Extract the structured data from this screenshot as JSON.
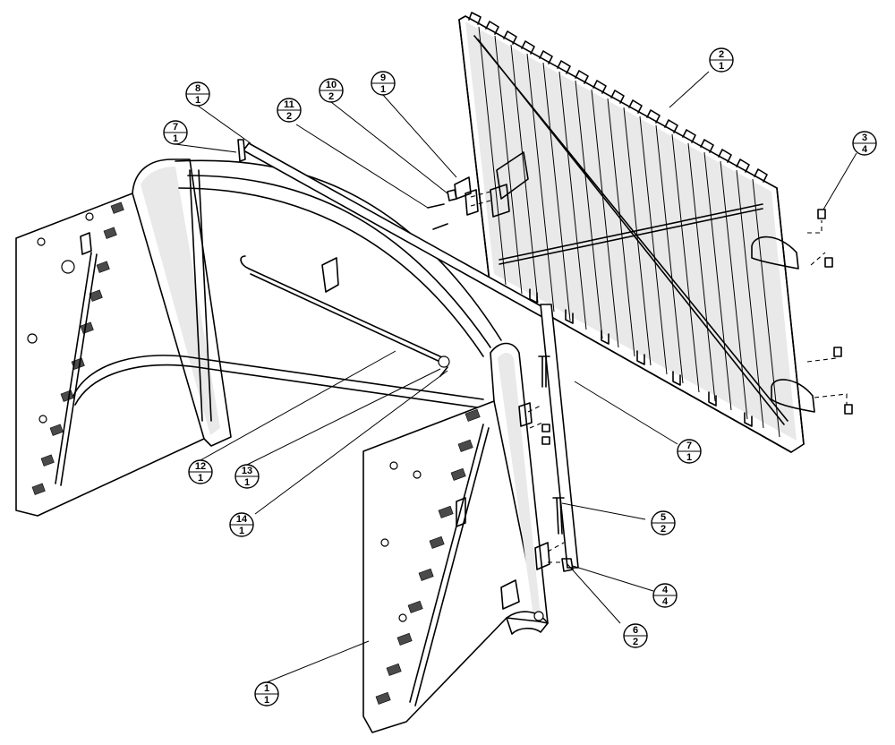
{
  "callouts": [
    {
      "id": "callout-8",
      "item": "8",
      "qty": "1"
    },
    {
      "id": "callout-7a",
      "item": "7",
      "qty": "1"
    },
    {
      "id": "callout-11",
      "item": "11",
      "qty": "2"
    },
    {
      "id": "callout-10",
      "item": "10",
      "qty": "2"
    },
    {
      "id": "callout-9",
      "item": "9",
      "qty": "1"
    },
    {
      "id": "callout-2",
      "item": "2",
      "qty": "1"
    },
    {
      "id": "callout-3",
      "item": "3",
      "qty": "4"
    },
    {
      "id": "callout-7b",
      "item": "7",
      "qty": "1"
    },
    {
      "id": "callout-12",
      "item": "12",
      "qty": "1"
    },
    {
      "id": "callout-13",
      "item": "13",
      "qty": "1"
    },
    {
      "id": "callout-14",
      "item": "14",
      "qty": "1"
    },
    {
      "id": "callout-5",
      "item": "5",
      "qty": "2"
    },
    {
      "id": "callout-4",
      "item": "4",
      "qty": "4"
    },
    {
      "id": "callout-6",
      "item": "6",
      "qty": "2"
    },
    {
      "id": "callout-1",
      "item": "1",
      "qty": "1"
    }
  ],
  "colors": {
    "line": "#000000",
    "background": "#ffffff",
    "slot": "#4a4a4a",
    "shade": "#e9e9e9"
  }
}
